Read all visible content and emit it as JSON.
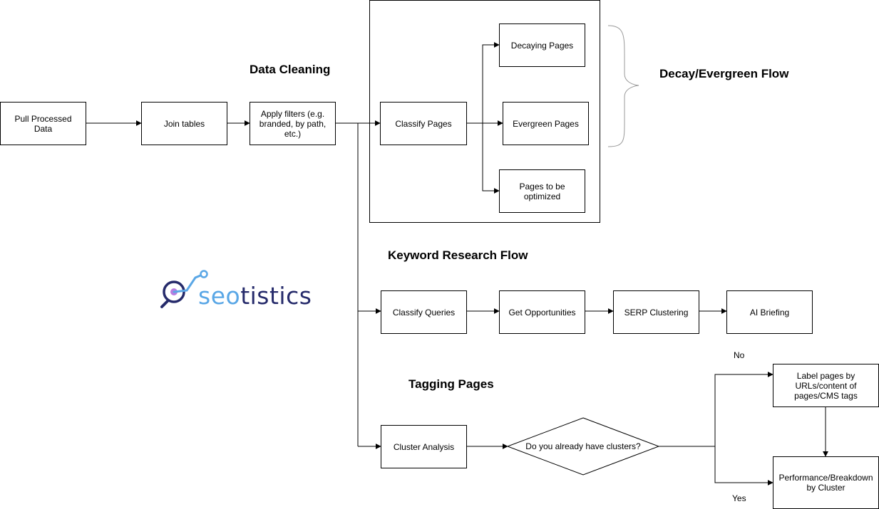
{
  "nodes": {
    "pull_processed_data": "Pull Processed Data",
    "join_tables": "Join tables",
    "apply_filters": "Apply filters (e.g. branded, by path, etc.)",
    "classify_pages": "Classify Pages",
    "decaying_pages": "Decaying Pages",
    "evergreen_pages": "Evergreen Pages",
    "pages_to_optimize": "Pages to be optimized",
    "classify_queries": "Classify Queries",
    "get_opportunities": "Get Opportunities",
    "serp_clustering": "SERP Clustering",
    "ai_briefing": "AI Briefing",
    "cluster_analysis": "Cluster Analysis",
    "have_clusters": "Do you already have clusters?",
    "label_pages": "Label pages by URLs/content of pages/CMS tags",
    "performance_breakdown": "Performance/Breakdown by Cluster"
  },
  "sections": {
    "data_cleaning": "Data Cleaning",
    "decay_evergreen": "Decay/Evergreen Flow",
    "keyword_research": "Keyword Research Flow",
    "tagging_pages": "Tagging Pages"
  },
  "edge_labels": {
    "no": "No",
    "yes": "Yes"
  },
  "logo": {
    "text_light": "seo",
    "text_dark": "tistics",
    "color_light": "#5aa7e6",
    "color_dark": "#262b6b",
    "accent": "#b77de0"
  }
}
